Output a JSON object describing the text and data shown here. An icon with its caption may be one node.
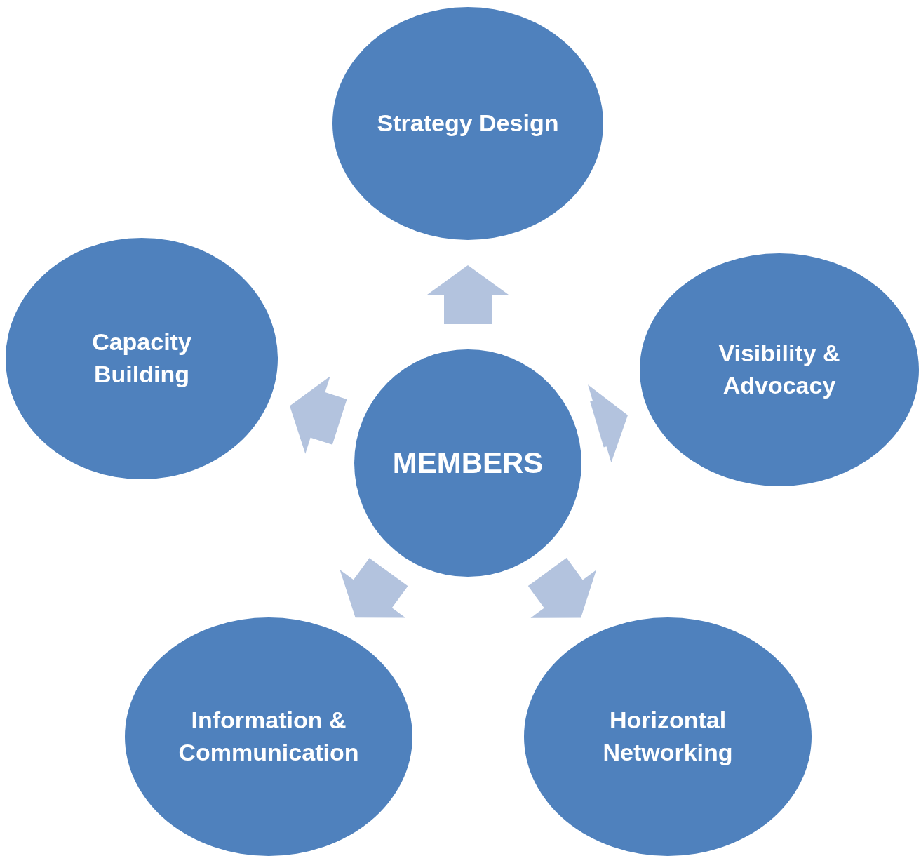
{
  "diagram": {
    "nodes": [
      {
        "text": [
          "MEMBERS"
        ]
      },
      {
        "text": [
          "Strategy Design"
        ]
      },
      {
        "text": [
          "Visibility & Advocacy"
        ]
      },
      {
        "text": [
          "Horizontal Networking"
        ]
      },
      {
        "text": [
          "Information & Communication"
        ]
      },
      {
        "text": [
          "Capacity Building"
        ]
      }
    ],
    "edges": [
      {
        "from": 0,
        "to": 1,
        "arrow": "to"
      },
      {
        "from": 0,
        "to": 2,
        "arrow": "to"
      },
      {
        "from": 0,
        "to": 3,
        "arrow": "to"
      },
      {
        "from": 0,
        "to": 4,
        "arrow": "to"
      },
      {
        "from": 0,
        "to": 5,
        "arrow": "to"
      }
    ]
  }
}
